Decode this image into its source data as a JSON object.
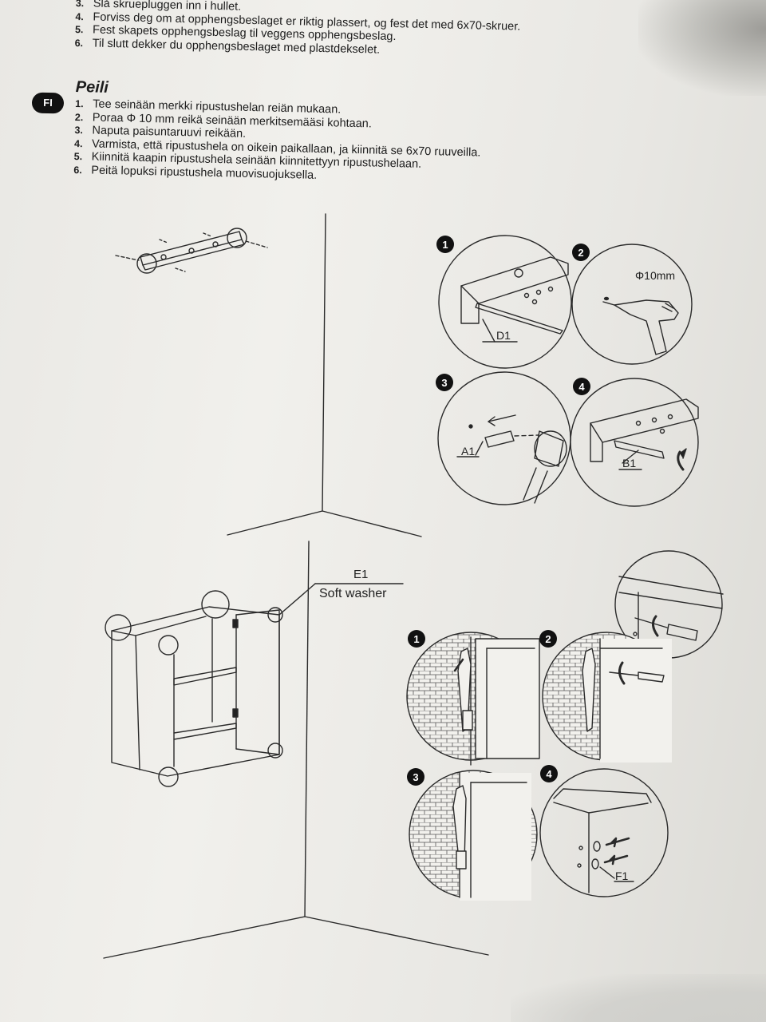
{
  "norwegian_steps": [
    {
      "num": "3.",
      "text": "Slå skruepluggen inn i hullet."
    },
    {
      "num": "4.",
      "text": "Forviss deg om at opphengsbeslaget er riktig plassert, og fest det med 6x70-skruer."
    },
    {
      "num": "5.",
      "text": "Fest skapets opphengsbeslag til veggens opphengsbeslag."
    },
    {
      "num": "6.",
      "text": "Til slutt dekker du opphengsbeslaget med plastdekselet."
    }
  ],
  "finnish": {
    "badge": "FI",
    "title": "Peili",
    "steps": [
      {
        "num": "1.",
        "text": "Tee seinään merkki ripustushelan reiän mukaan."
      },
      {
        "num": "2.",
        "text": "Poraa Φ 10 mm reikä seinään merkitsemääsi kohtaan."
      },
      {
        "num": "3.",
        "text": "Naputa paisuntaruuvi reikään."
      },
      {
        "num": "4.",
        "text": "Varmista, että ripustushela on oikein paikallaan, ja kiinnitä se 6x70 ruuveilla."
      },
      {
        "num": "5.",
        "text": "Kiinnitä kaapin ripustushela seinään kiinnitettyyn ripustushelaan."
      },
      {
        "num": "6.",
        "text": "Peitä lopuksi ripustushela muovisuojuksella."
      }
    ]
  },
  "diagram_top": {
    "step_numbers": [
      "1",
      "2",
      "3",
      "4"
    ],
    "label_d1": "D1",
    "label_drill": "Φ10mm",
    "label_a1": "A1",
    "label_b1": "B1"
  },
  "diagram_bottom": {
    "callout_code": "E1",
    "callout_text": "Soft washer",
    "step_numbers": [
      "1",
      "2",
      "3",
      "4"
    ],
    "label_f1": "F1"
  }
}
